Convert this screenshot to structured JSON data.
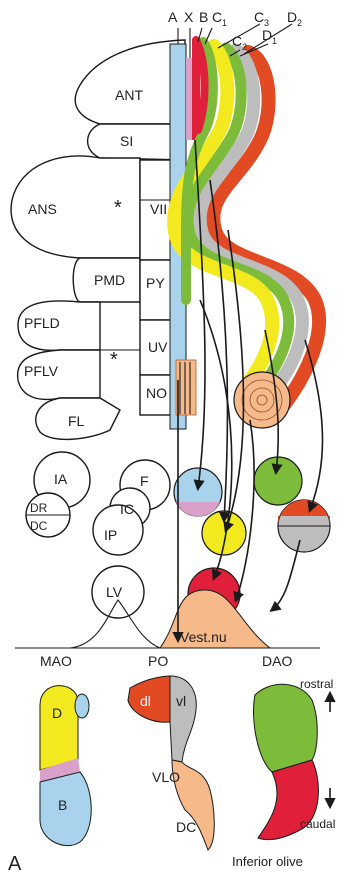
{
  "zone_labels": {
    "A": "A",
    "X": "X",
    "B": "B",
    "C1_base": "C",
    "C1_sub": "1",
    "C3_base": "C",
    "C3_sub": "3",
    "D2_base": "D",
    "D2_sub": "2",
    "C2_base": "C",
    "C2_sub": "2",
    "D1_base": "D",
    "D1_sub": "1"
  },
  "lobule_labels": {
    "ant": "ANT",
    "si": "SI",
    "ans": "ANS",
    "vii": "VII",
    "pmd": "PMD",
    "py": "PY",
    "pfld": "PFLD",
    "uv": "UV",
    "pflv": "PFLV",
    "no": "NO",
    "fl": "FL",
    "asterisk": "*"
  },
  "nuclei_labels": {
    "ia": "IA",
    "dr": "DR",
    "dc": "DC",
    "f": "F",
    "ic": "IC",
    "ip": "IP",
    "lv": "LV",
    "vest": "Vest.nu"
  },
  "olive_labels": {
    "mao": "MAO",
    "po": "PO",
    "dao": "DAO",
    "d": "D",
    "b": "B",
    "dl": "dl",
    "vl": "vl",
    "vlo": "VLO",
    "dc": "DC",
    "rostral": "rostral",
    "caudal": "caudal",
    "panel": "A",
    "caption": "Inferior olive"
  },
  "colors": {
    "A_zone": "#a9d3ec",
    "X_zone": "#d9a0c9",
    "B_zone": "#e0203a",
    "C1_zone": "#7dbb3a",
    "C2_zone": "#f2ea1f",
    "C3_zone": "#7dbb3a",
    "D1_zone": "#bdbdbd",
    "D2_zone": "#e14a22",
    "vestibular": "#f5b98a"
  }
}
